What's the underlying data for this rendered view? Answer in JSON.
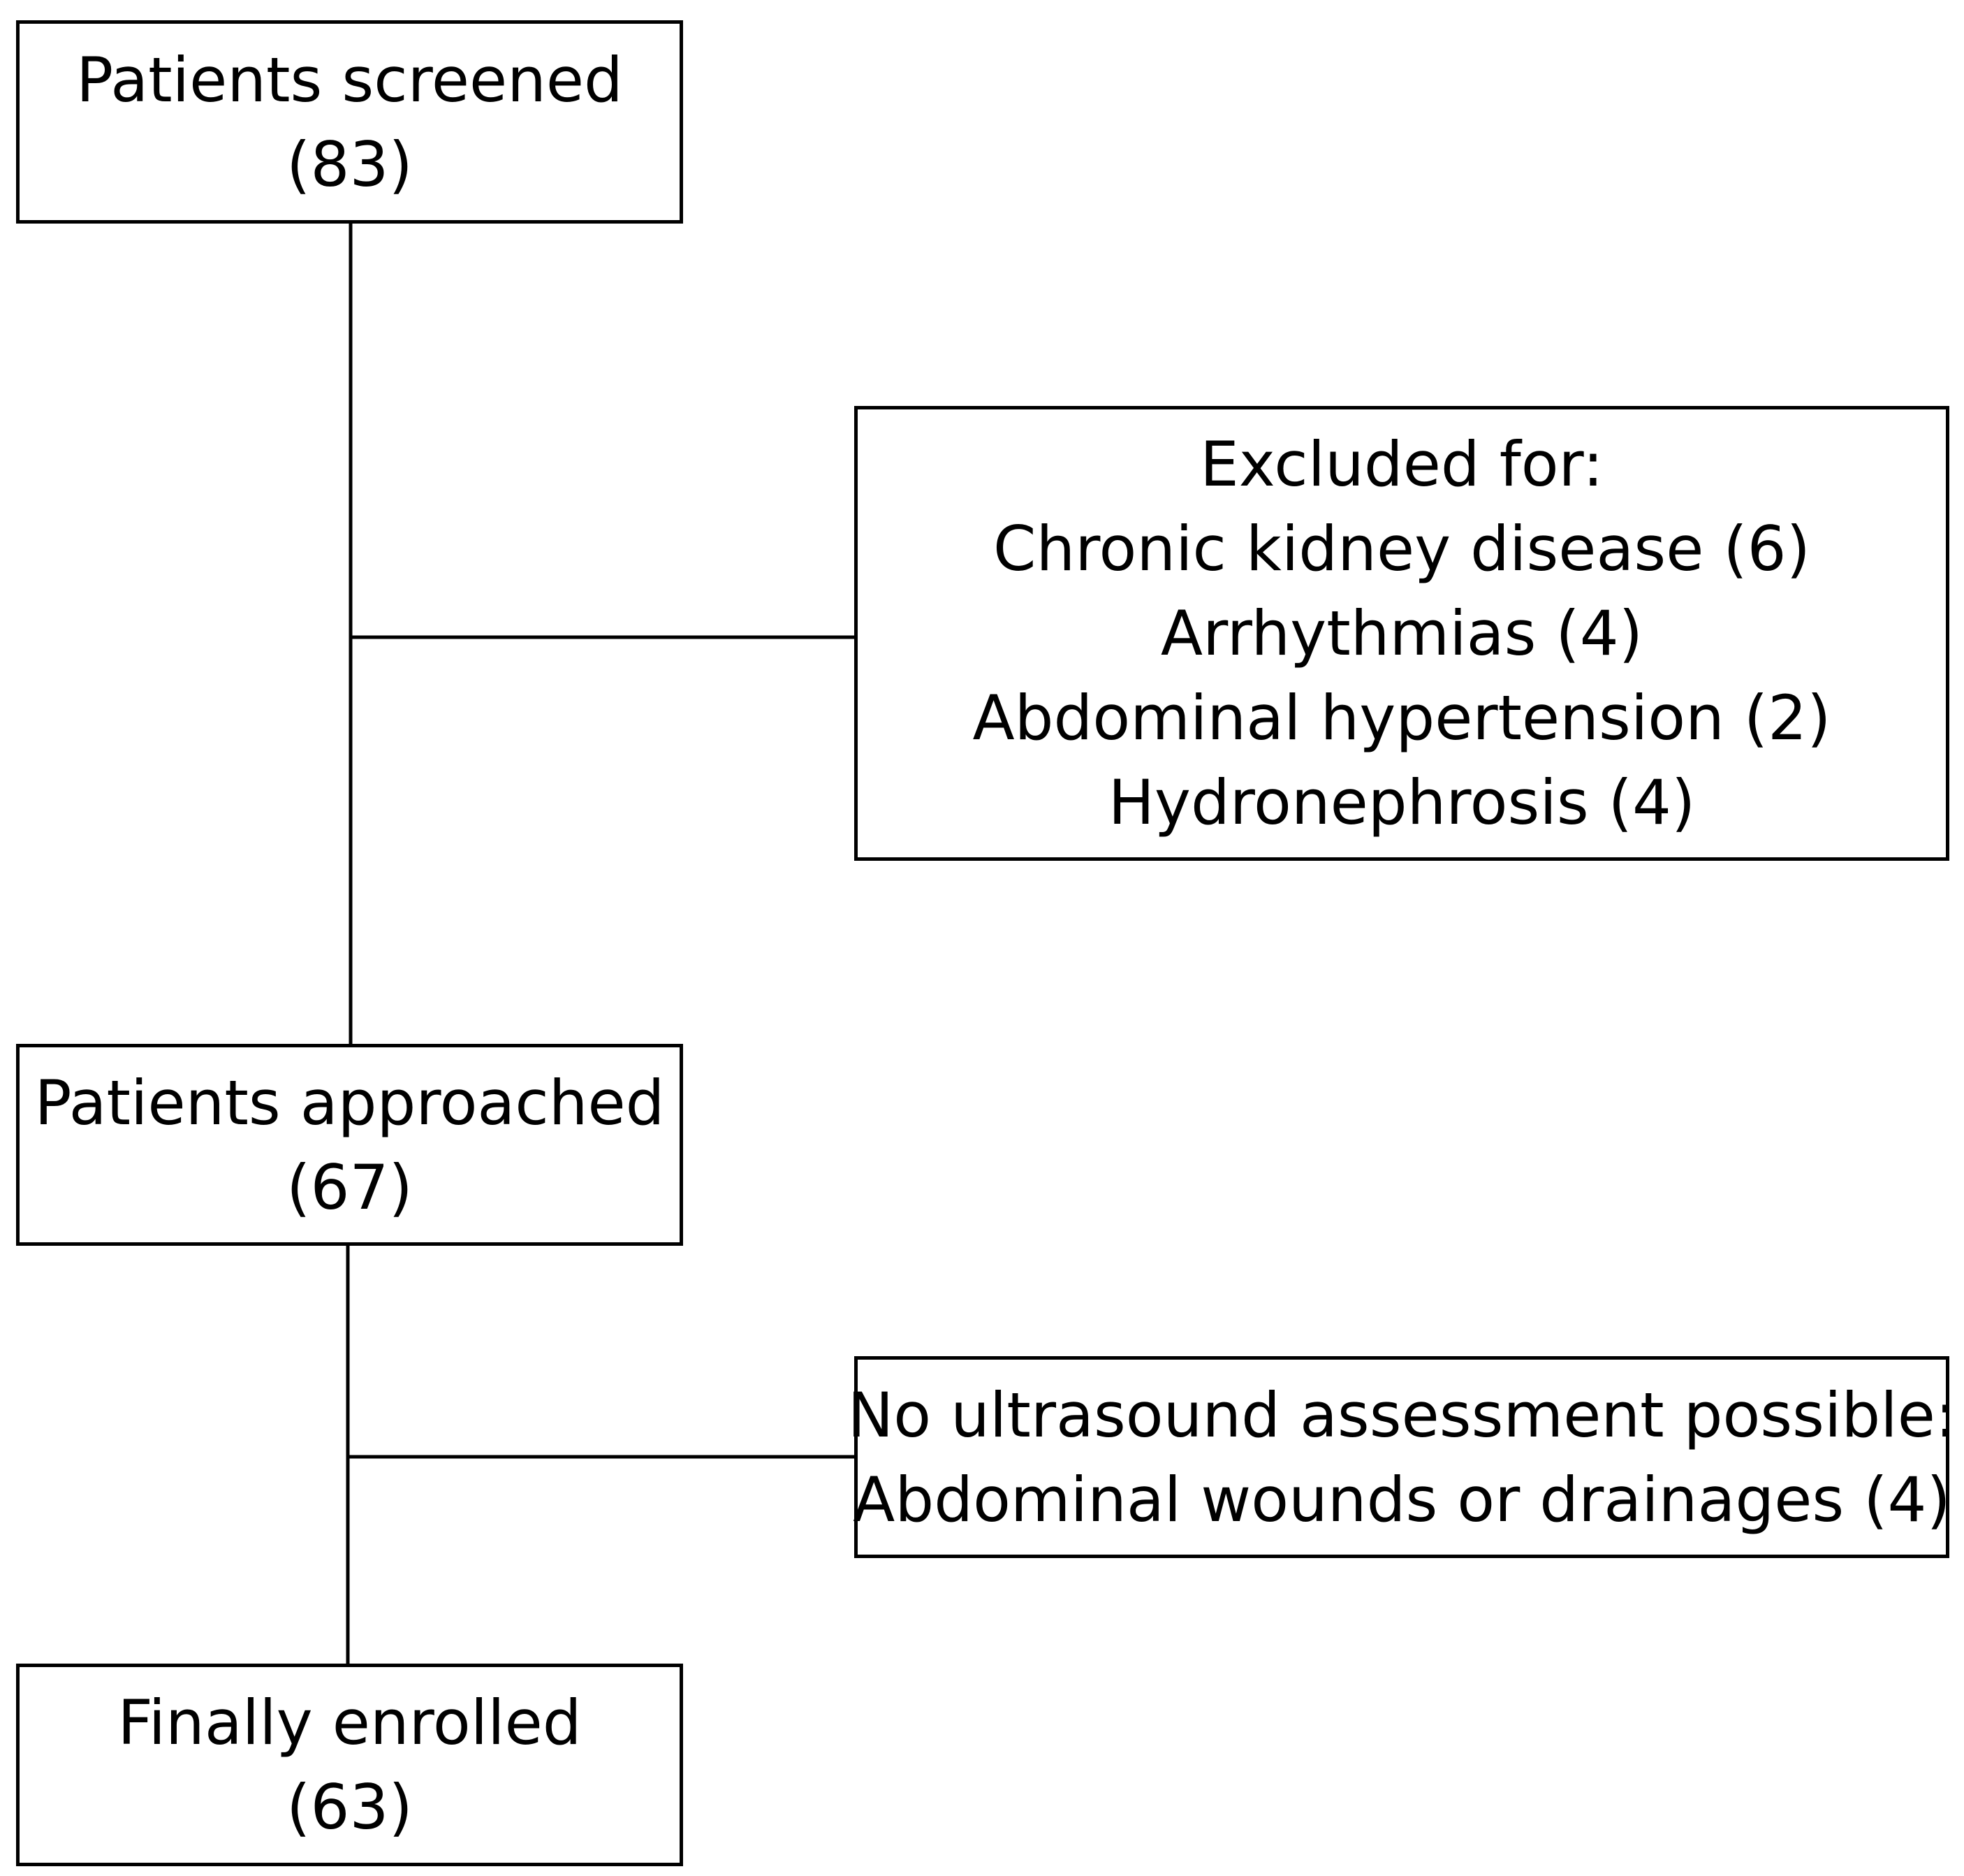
{
  "flowchart": {
    "screened": {
      "label": "Patients screened",
      "count": "(83)"
    },
    "excluded": {
      "heading": "Excluded for:",
      "reasons": [
        "Chronic kidney disease (6)",
        "Arrhythmias (4)",
        "Abdominal hypertension (2)",
        "Hydronephrosis (4)"
      ]
    },
    "approached": {
      "label": "Patients approached",
      "count": "(67)"
    },
    "no_ultrasound": {
      "heading": "No ultrasound assessment possible:",
      "reason": "Abdominal wounds or drainages (4)"
    },
    "enrolled": {
      "label": "Finally enrolled",
      "count": "(63)"
    }
  }
}
